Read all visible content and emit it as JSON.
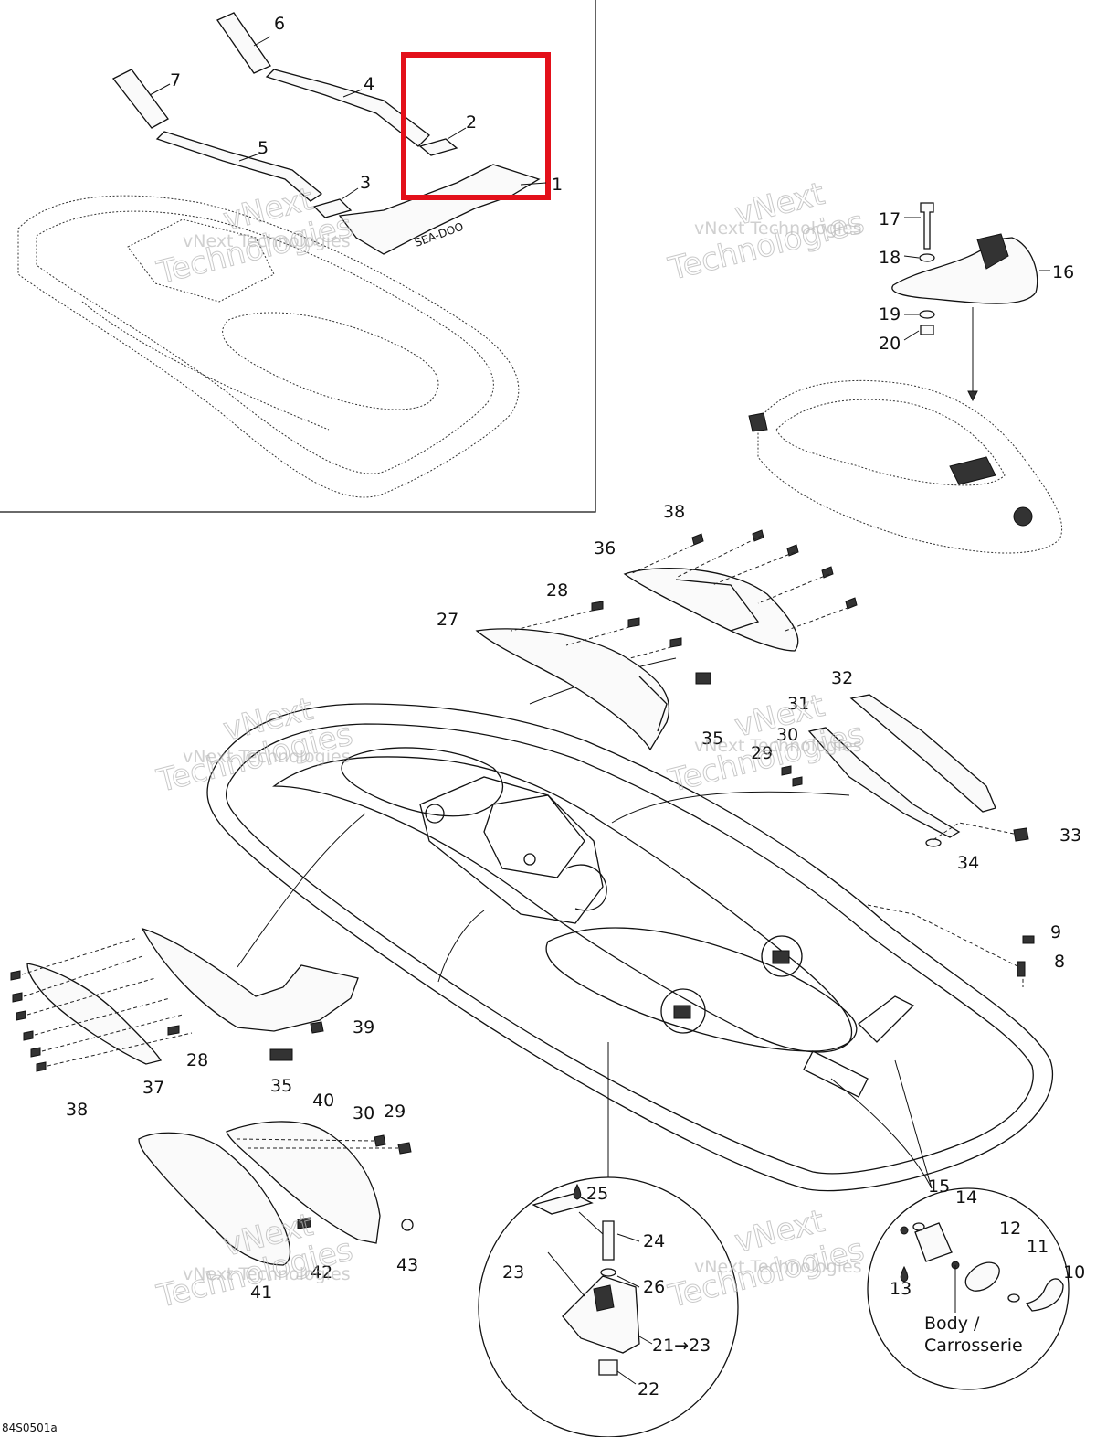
{
  "diagram": {
    "code": "84S0501a",
    "watermark_line1": "vNext Technologies",
    "watermark_line2": "vNext",
    "watermark_line3": "Technologies",
    "body_label": "Body /",
    "body_label_fr": "Carrosserie",
    "part_numbers": [
      "1",
      "2",
      "3",
      "4",
      "5",
      "6",
      "7",
      "8",
      "9",
      "10",
      "11",
      "12",
      "13",
      "14",
      "15",
      "16",
      "17",
      "18",
      "19",
      "20",
      "21→23",
      "22",
      "23",
      "24",
      "25",
      "26",
      "27",
      "28",
      "28",
      "29",
      "29",
      "30",
      "30",
      "31",
      "32",
      "33",
      "34",
      "35",
      "35",
      "36",
      "37",
      "38",
      "38",
      "39",
      "40",
      "41",
      "42",
      "43"
    ],
    "highlight_color": "#e3101a"
  }
}
